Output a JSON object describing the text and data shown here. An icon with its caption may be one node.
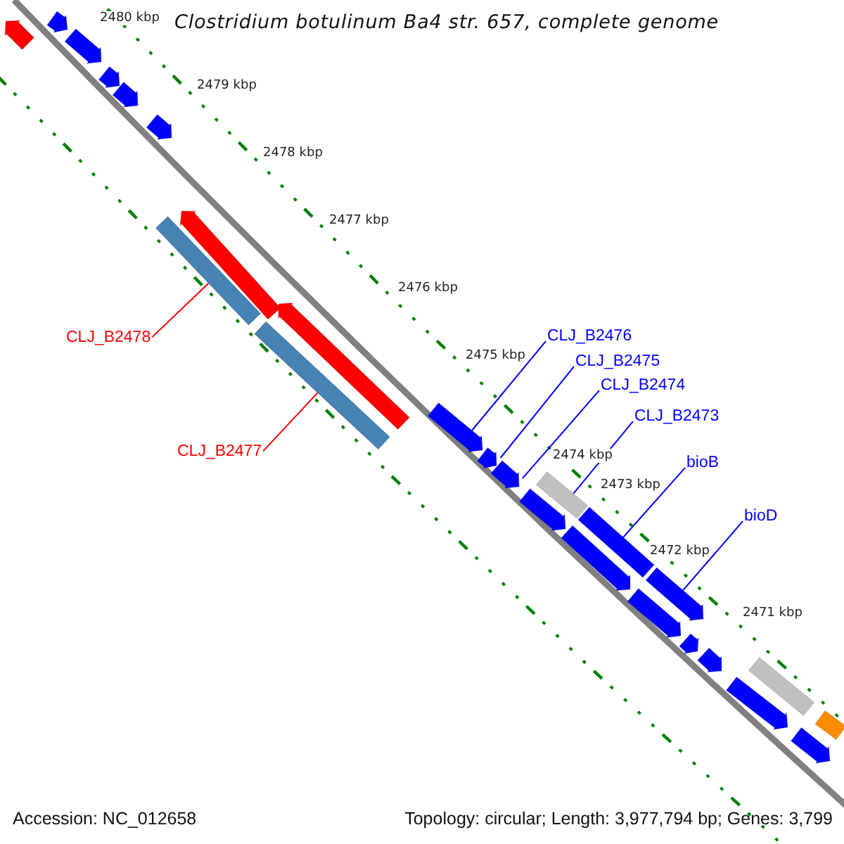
{
  "diagram": {
    "title": "Clostridium botulinum Ba4 str. 657, complete genome",
    "nodes": [
      {
        "text": [
          "CLJ_B2476"
        ]
      },
      {
        "text": [
          "CLJ_B2478"
        ]
      },
      {
        "text": [
          "CLJ_B2475"
        ]
      },
      {
        "text": [
          "CLJ_B2474"
        ]
      },
      {
        "text": [
          "CLJ_B2473"
        ]
      },
      {
        "text": [
          "CLJ_B2477"
        ]
      },
      {
        "text": [
          "bioB"
        ]
      },
      {
        "text": [
          "bioD"
        ]
      },
      {
        "text": [],
        "shape": "pentagon"
      },
      {
        "text": [],
        "shape": "pentagon"
      },
      {
        "text": [],
        "shape": "pentagon"
      },
      {
        "text": [],
        "shape": "pentagon"
      },
      {
        "text": [],
        "shape": "pentagon"
      },
      {
        "text": [],
        "shape": "pentagon"
      },
      {
        "text": [],
        "shape": "bar"
      },
      {
        "text": [],
        "shape": "pentagon"
      },
      {
        "text": [],
        "shape": "bar"
      },
      {
        "text": [],
        "shape": "pentagon"
      },
      {
        "text": [],
        "shape": "pentagon"
      },
      {
        "text": [],
        "shape": "pentagon"
      },
      {
        "text": [],
        "shape": "pentagon"
      },
      {
        "text": [],
        "shape": "pentagon"
      },
      {
        "text": [],
        "shape": "bar"
      },
      {
        "text": [],
        "shape": "bar"
      },
      {
        "text": [],
        "shape": "pentagon"
      },
      {
        "text": [],
        "shape": "pentagon"
      },
      {
        "text": [],
        "shape": "pentagon"
      },
      {
        "text": [],
        "shape": "pentagon"
      },
      {
        "text": [],
        "shape": "pentagon"
      },
      {
        "text": [],
        "shape": "pentagon"
      },
      {
        "text": [],
        "shape": "bar"
      },
      {
        "text": [],
        "shape": "pentagon"
      },
      {
        "text": [],
        "shape": "bar"
      }
    ],
    "edges": [
      {
        "from": 0,
        "to": 18,
        "arrow": "none"
      },
      {
        "from": 1,
        "to": 14,
        "arrow": "none",
        "color": "#ff0000"
      },
      {
        "from": 2,
        "to": 19,
        "arrow": "none"
      },
      {
        "from": 3,
        "to": 20,
        "arrow": "none"
      },
      {
        "from": 4,
        "to": 22,
        "arrow": "none"
      },
      {
        "from": 5,
        "to": 16,
        "arrow": "none",
        "color": "#ff0000"
      },
      {
        "from": 6,
        "to": 23,
        "arrow": "none"
      },
      {
        "from": 7,
        "to": 25,
        "arrow": "none"
      }
    ],
    "labels": [
      "2480 kbp",
      "2479 kbp",
      "2478 kbp",
      "2477 kbp",
      "2476 kbp",
      "2475 kbp",
      "2474 kbp",
      "2473 kbp",
      "2472 kbp",
      "2471 kbp",
      "Accession: NC_012658",
      "Topology: circular; Length: 3,977,794 bp; Genes: 3,799"
    ]
  }
}
